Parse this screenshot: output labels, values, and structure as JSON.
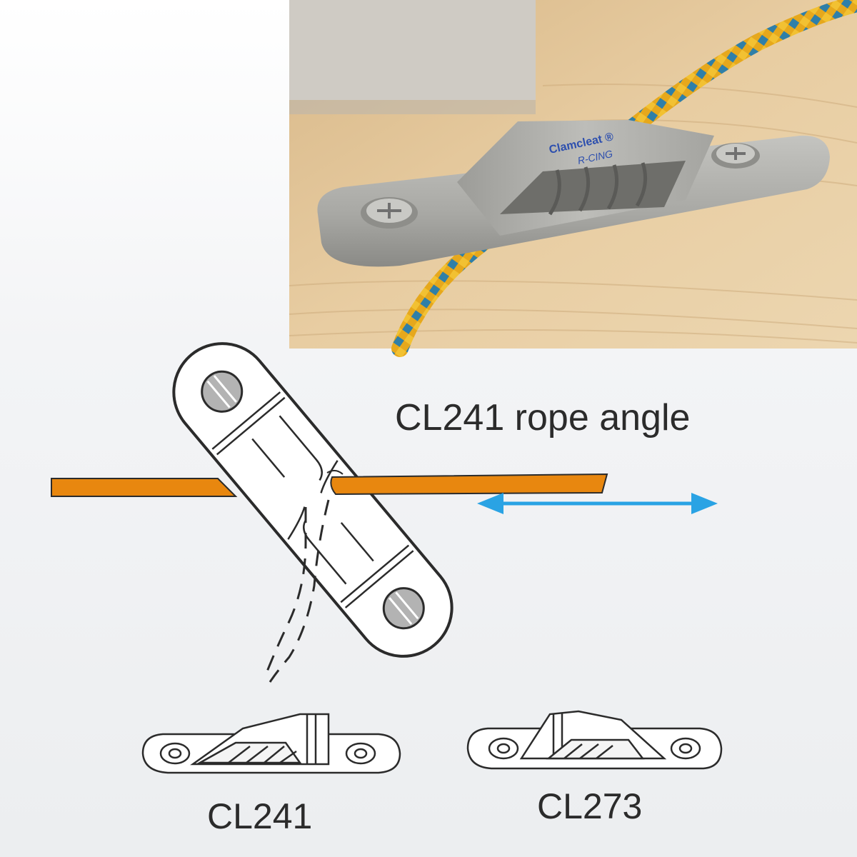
{
  "photo": {
    "brand_mark": "Clamcleat ®",
    "sub_mark": "R-CING"
  },
  "diagram": {
    "title": "CL241 rope angle"
  },
  "products": [
    {
      "label": "CL241"
    },
    {
      "label": "CL273"
    }
  ],
  "colors": {
    "rope": "#e8870f",
    "arrow": "#2aa3e4",
    "cleat_metal": "#a9a9a6",
    "wood": "#e6c89a",
    "line": "#2b2b2b"
  }
}
